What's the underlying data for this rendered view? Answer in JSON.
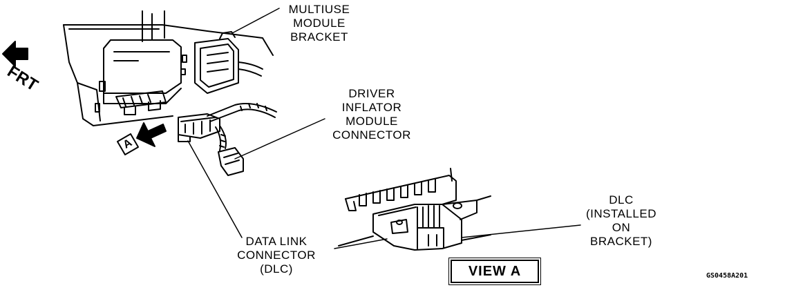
{
  "labels": {
    "multiuse": [
      "MULTIUSE",
      "MODULE",
      "BRACKET"
    ],
    "driver": [
      "DRIVER",
      "INFLATOR",
      "MODULE",
      "CONNECTOR"
    ],
    "datalink": [
      "DATA LINK",
      "CONNECTOR",
      "(DLC)"
    ],
    "dlc": [
      "DLC",
      "(INSTALLED",
      "ON",
      "BRACKET)"
    ]
  },
  "front_arrow_text": "FRT",
  "view_marker_letter": "A",
  "view_title": "VIEW A",
  "figure_code": "GS0458A201",
  "icons": {
    "front_arrow": "arrow-left-icon",
    "view_arrow": "arrow-up-right-icon"
  },
  "colors": {
    "ink": "#000000",
    "paper": "#ffffff"
  }
}
